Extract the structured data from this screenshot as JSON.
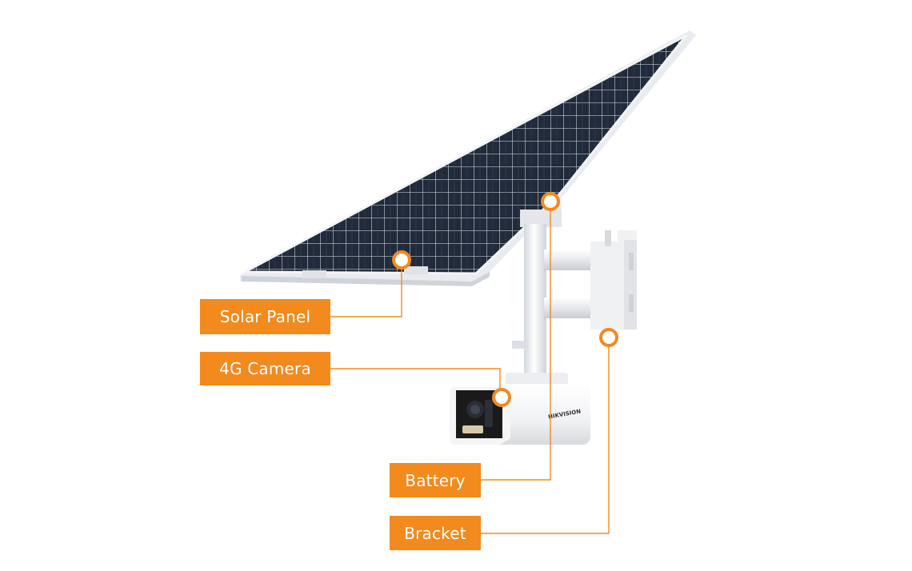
{
  "labels": {
    "solar_panel": "Solar Panel",
    "camera": "4G Camera",
    "battery": "Battery",
    "bracket": "Bracket"
  },
  "camera_brand": "HIKVISION",
  "colors": {
    "accent": "#f28a1e",
    "panel_cell": "#1b2230",
    "panel_frame": "#e9ebef",
    "housing": "#f2f2f2",
    "camera_face": "#1a1a1a"
  }
}
